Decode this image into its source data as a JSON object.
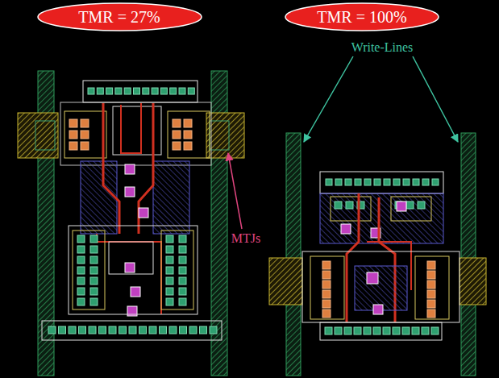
{
  "diagram": {
    "nodes": [
      {
        "text": [
          "TMR = 27%"
        ]
      },
      {
        "text": [
          "TMR = 100%"
        ]
      }
    ],
    "labels": [
      "Write-Lines",
      "MTJs"
    ]
  }
}
